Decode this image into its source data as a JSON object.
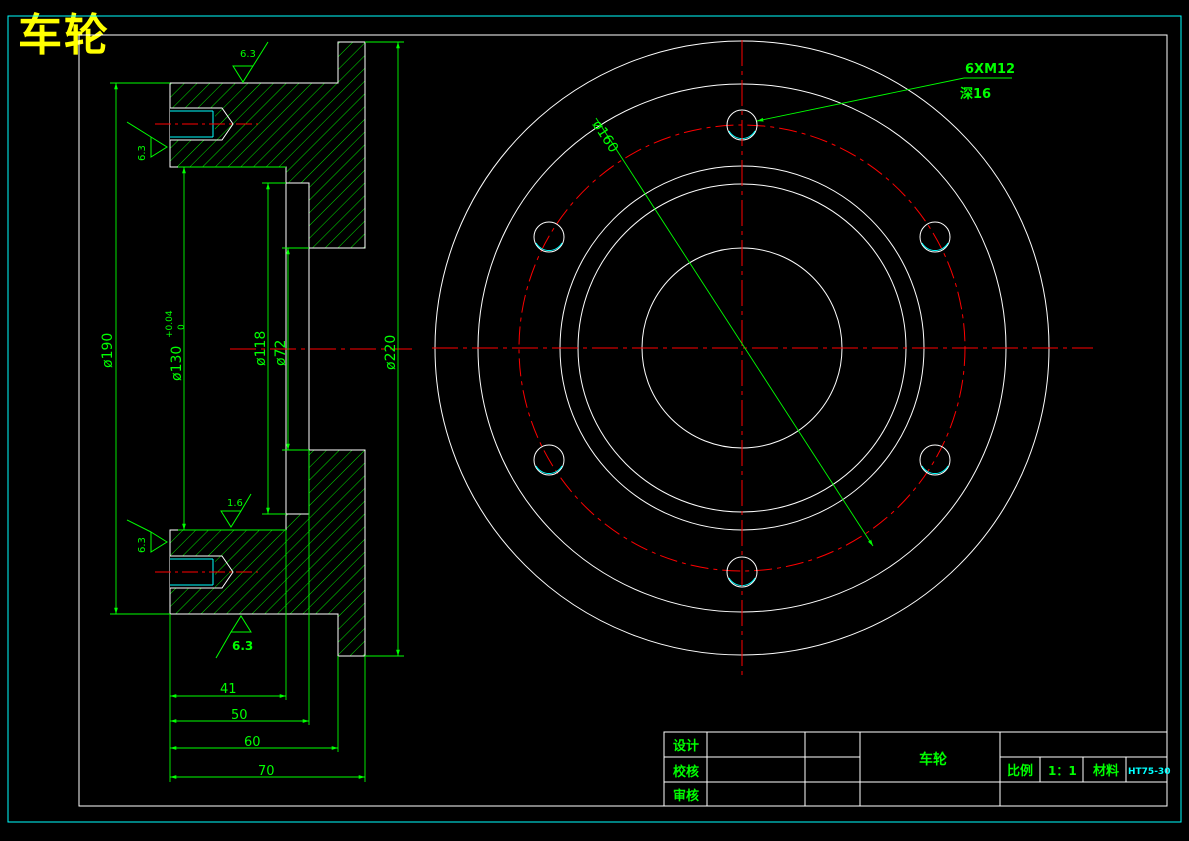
{
  "title": "车轮",
  "colors": {
    "background": "#000000",
    "outline": "#ffffff",
    "frame": "#00ffff",
    "dimension": "#00ff00",
    "centerline": "#ff0000",
    "hatch": "#00ff00",
    "title_text": "#ffff00"
  },
  "section_view": {
    "dimensions": {
      "d190": "ø190",
      "d130": "ø130",
      "d130_tol_upper": "+0.04",
      "d130_tol_lower": "0",
      "d118": "ø118",
      "d72": "ø72",
      "d220": "ø220",
      "len41": "41",
      "len50": "50",
      "len60": "60",
      "len70": "70"
    },
    "roughness": {
      "top": "6.3",
      "left_upper": "6.3",
      "left_lower": "6.3",
      "middle": "1.6",
      "bottom": "6.3"
    }
  },
  "front_view": {
    "pcd_label": "ø160",
    "hole_callout": "6XM12",
    "hole_depth": "深16"
  },
  "title_block": {
    "design": "设计",
    "check": "校核",
    "review": "审核",
    "part_name": "车轮",
    "scale_label": "比例",
    "scale_value": "1：1",
    "material_label": "材料",
    "material_value": "HT75-30"
  }
}
